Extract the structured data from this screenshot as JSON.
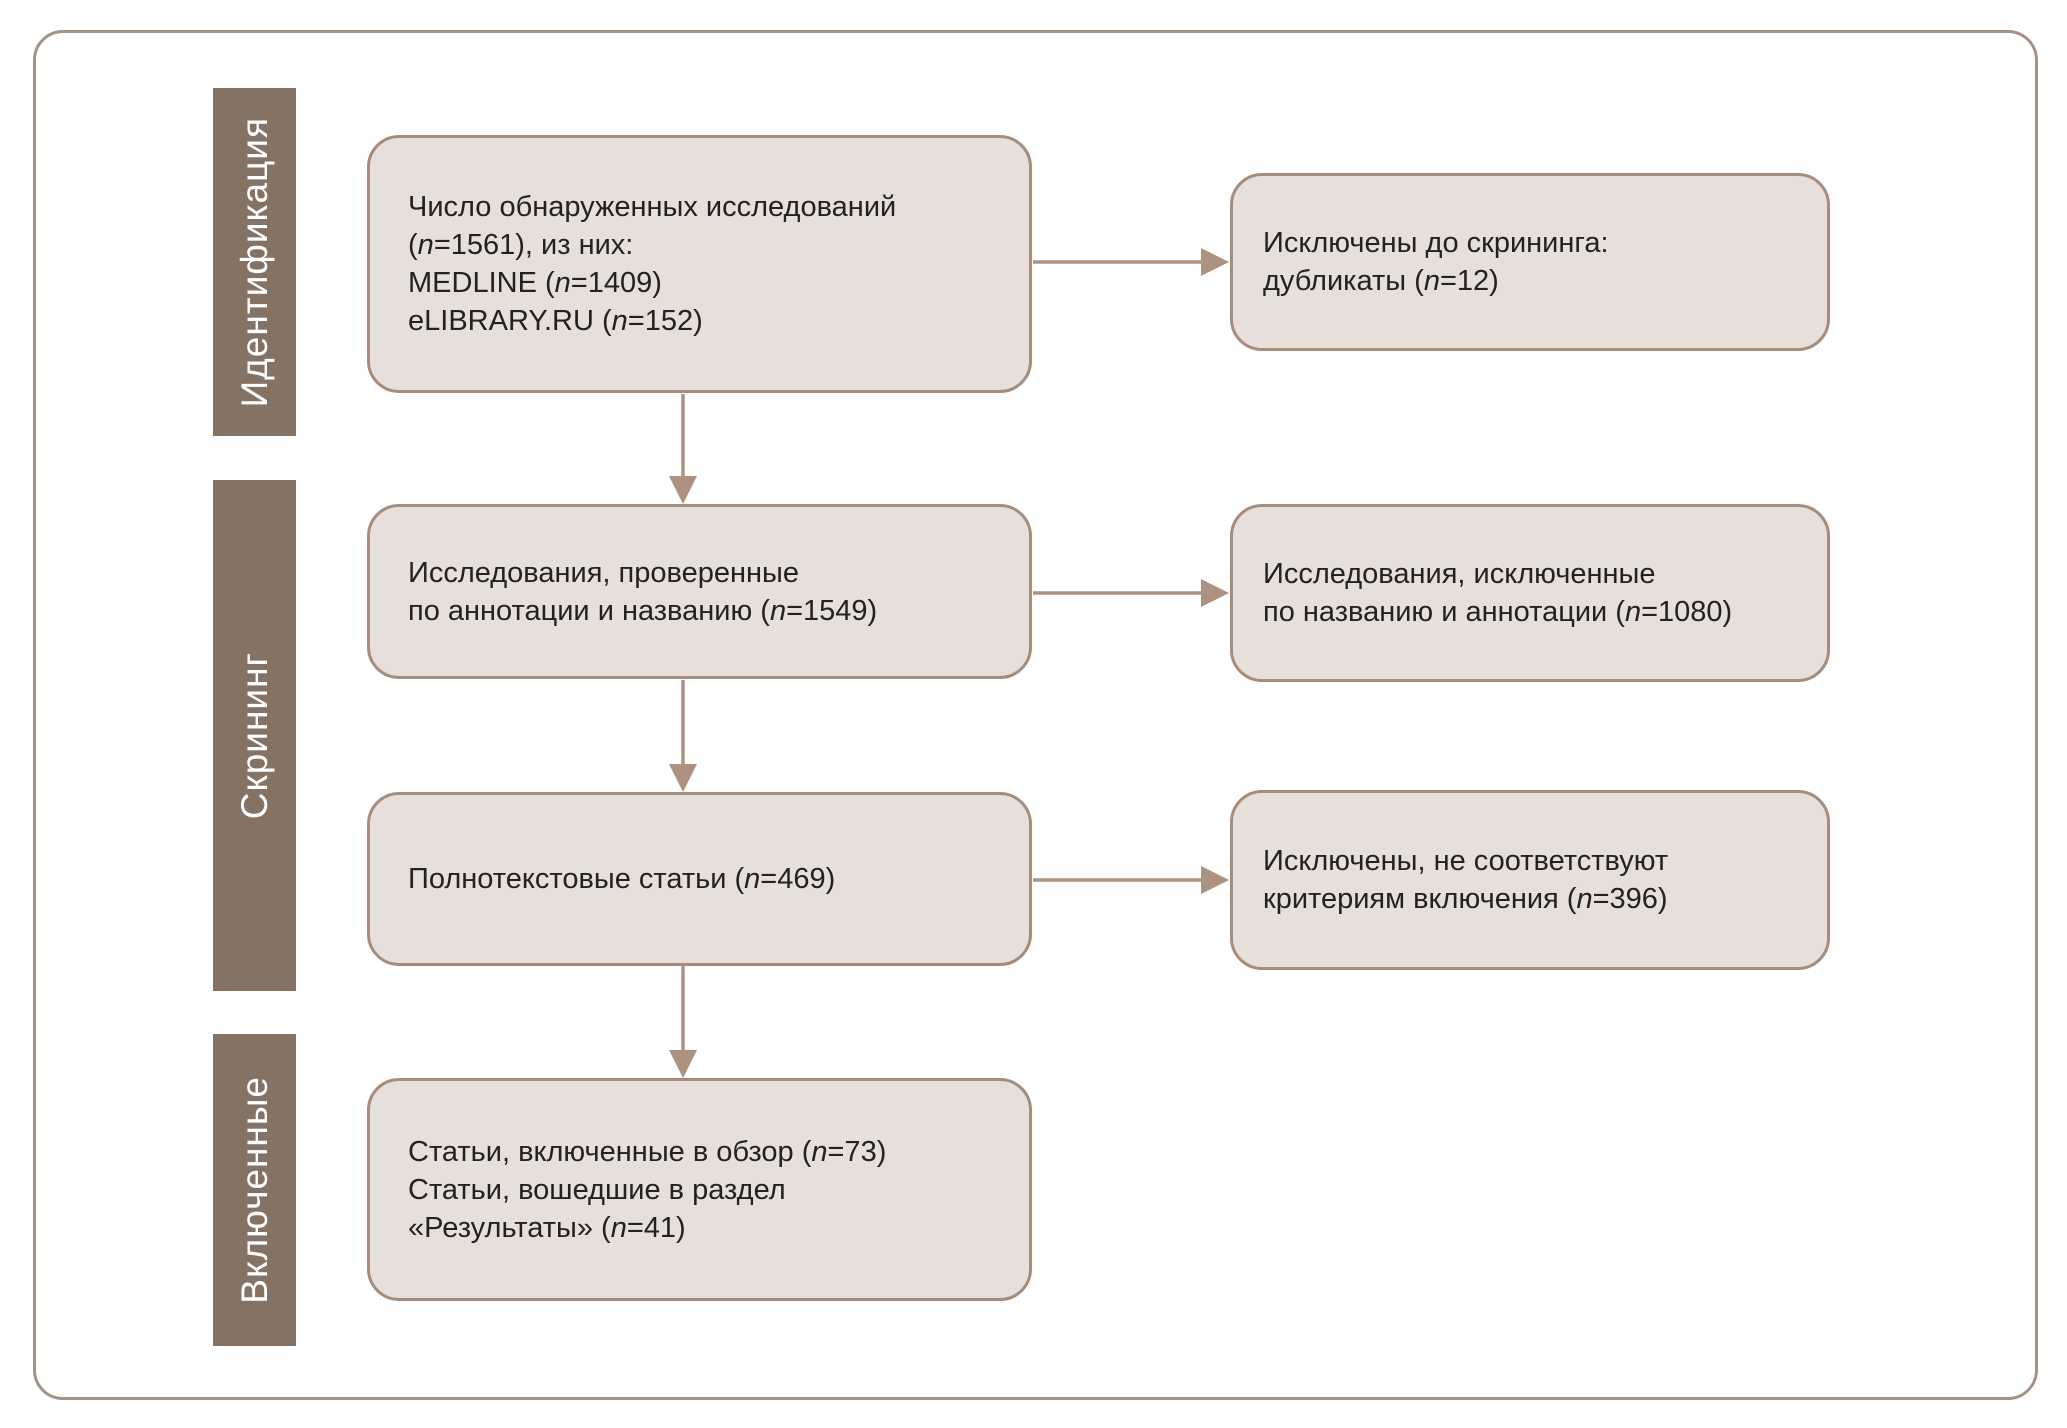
{
  "colors": {
    "bar_fill": "#847365",
    "box_fill": "#e7dfda",
    "box_border": "#a58c7b",
    "arrow": "#ad9281",
    "frame_border": "#a59287",
    "text": "#222222",
    "bar_text": "#ffffff"
  },
  "stages": [
    {
      "label": "Идентификация"
    },
    {
      "label": "Скрининг"
    },
    {
      "label": "Включенные"
    }
  ],
  "main_flow": [
    {
      "lines": [
        "Число обнаруженных исследований",
        "(*n*=1561), из них:",
        "MEDLINE (*n*=1409)",
        "eLIBRARY.RU (*n*=152)"
      ]
    },
    {
      "lines": [
        "Исследования, проверенные",
        "по аннотации и названию (*n*=1549)"
      ]
    },
    {
      "lines": [
        "Полнотекстовые статьи (*n*=469)"
      ]
    },
    {
      "lines": [
        "Статьи, включенные в обзор (*n*=73)",
        "Статьи, вошедшие в раздел",
        "«Результаты» (*n*=41)"
      ]
    }
  ],
  "exclusions": [
    {
      "lines": [
        "Исключены до скрининга:",
        "дубликаты (*n*=12)"
      ]
    },
    {
      "lines": [
        "Исследования, исключенные",
        "по названию и аннотации (*n*=1080)"
      ]
    },
    {
      "lines": [
        "Исключены, не соответствуют",
        "критериям включения (*n*=396)"
      ]
    }
  ]
}
